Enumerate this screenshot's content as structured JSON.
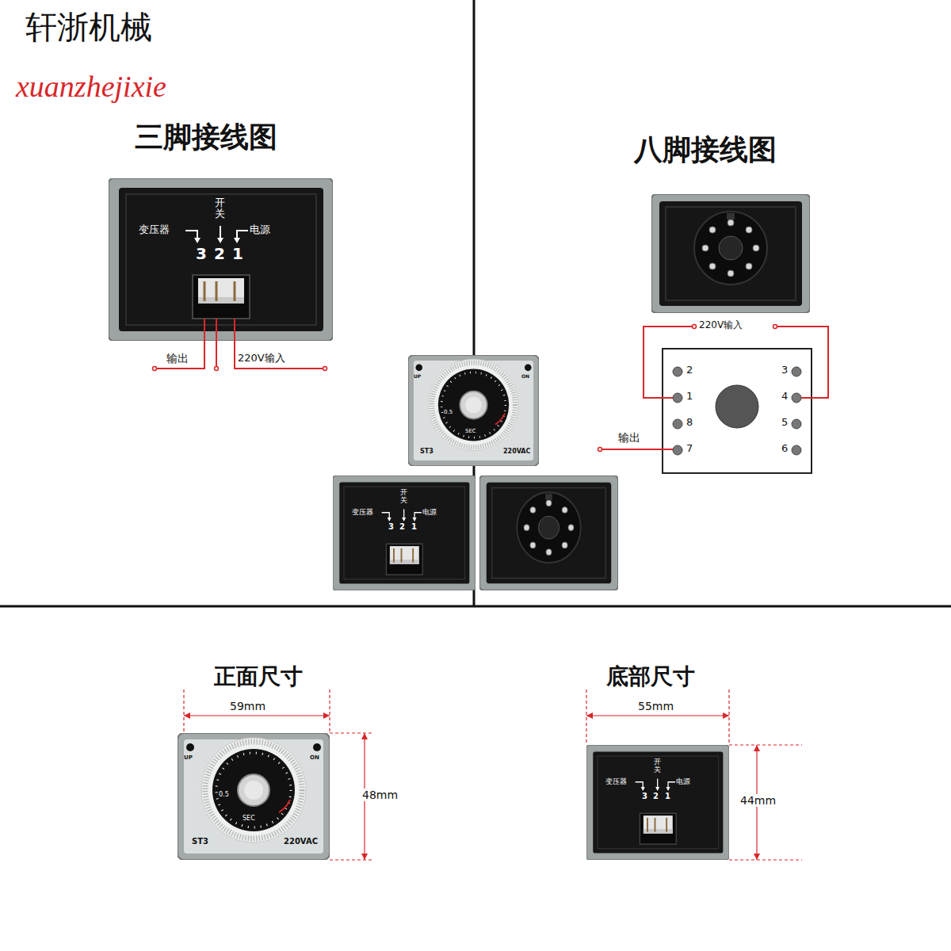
{
  "diagram": {
    "labels": [
      "轩浙机械",
      "xuanzhejixie",
      "三脚接线图",
      "变压器",
      "开关",
      "电源",
      "3",
      "2",
      "1",
      "输出",
      "220V输入",
      "八脚接线图",
      "220V输入",
      "2",
      "3",
      "1",
      "4",
      "8",
      "5",
      "7",
      "6",
      "输出",
      "UP",
      "ON",
      "0.5",
      "SEC",
      "ST3",
      "220VAC",
      "变压器",
      "开关",
      "电源",
      "3",
      "2",
      "1",
      "正面尺寸",
      "59mm",
      "48mm",
      "UP",
      "ON",
      "0.5",
      "SEC",
      "ST3",
      "220VAC",
      "底部尺寸",
      "55mm",
      "44mm",
      "变压器",
      "开关",
      "电源",
      "3",
      "2",
      "1"
    ]
  }
}
